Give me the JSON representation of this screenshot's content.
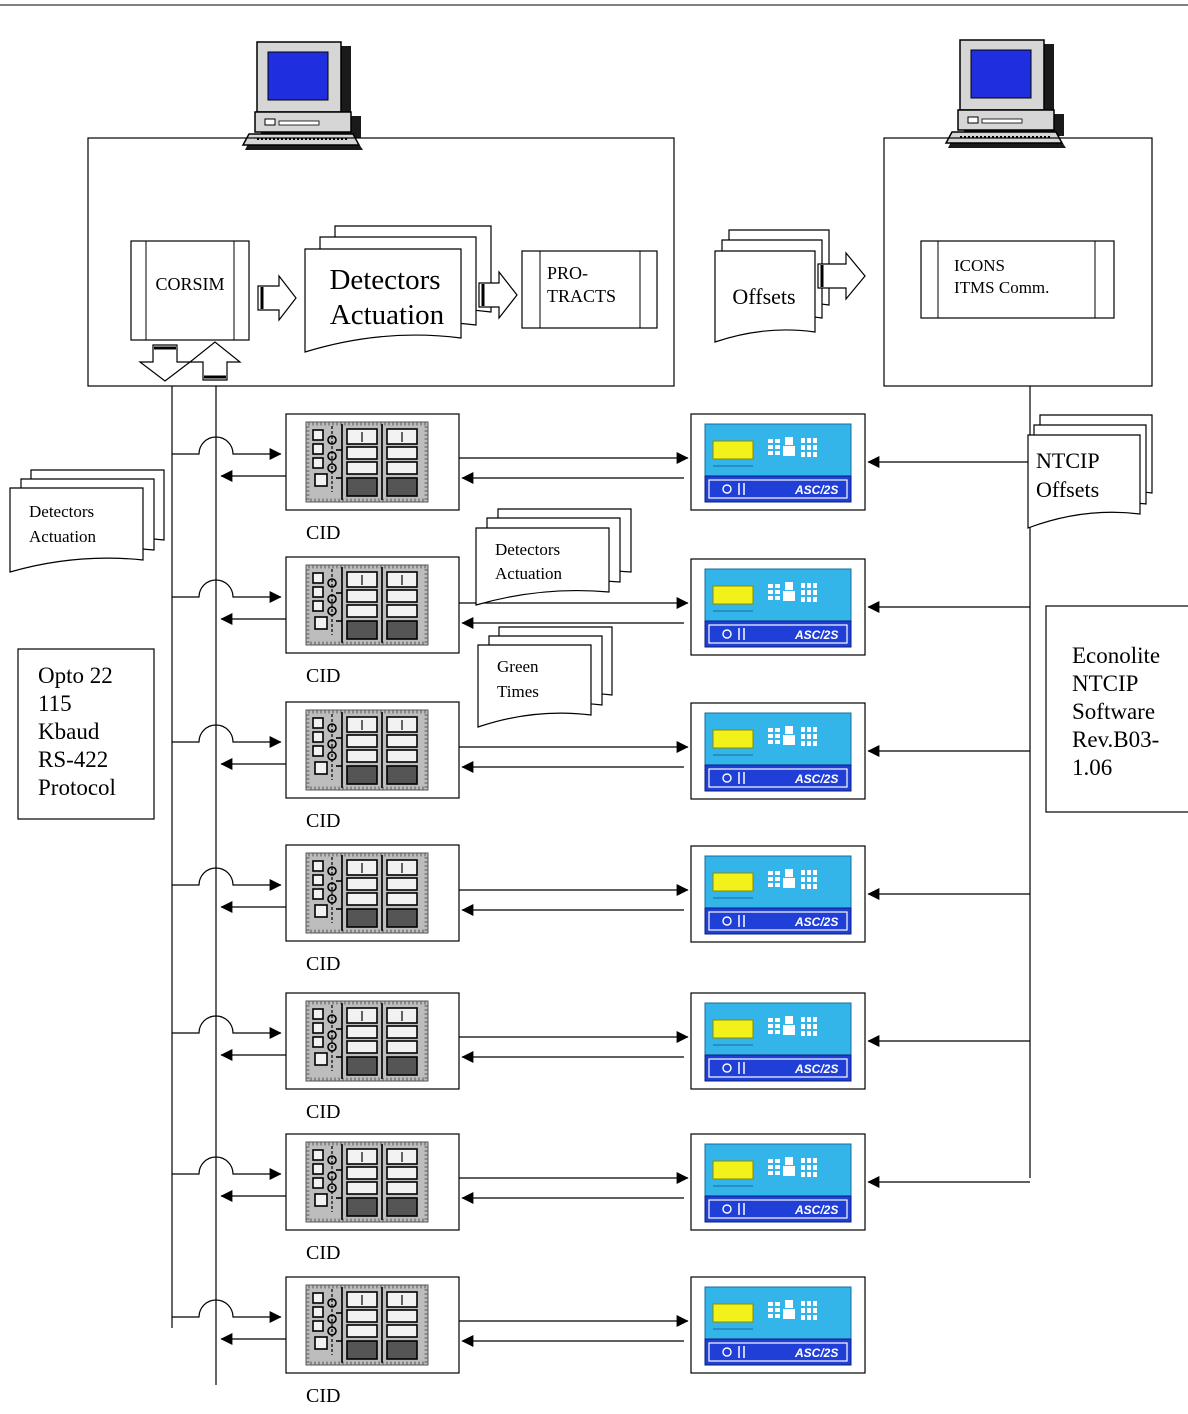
{
  "sim": {
    "corsim": "CORSIM",
    "detectors_line1": "Detectors",
    "detectors_line2": "Actuation",
    "protracts_line1": "PRO-",
    "protracts_line2": "TRACTS"
  },
  "ctrl": {
    "offsets": "Offsets",
    "icons_line1": "ICONS",
    "icons_line2": "ITMS Comm."
  },
  "doc_left": {
    "line1": "Detectors",
    "line2": "Actuation"
  },
  "doc_mid": {
    "line1": "Detectors",
    "line2": "Actuation"
  },
  "doc_green": {
    "line1": "Green",
    "line2": "Times"
  },
  "ntcip_doc": {
    "line1": "NTCIP",
    "line2": "Offsets"
  },
  "opto": [
    "Opto 22",
    "115",
    "Kbaud",
    "RS-422",
    "Protocol"
  ],
  "econolite": [
    "Econolite",
    "NTCIP",
    "Software",
    "Rev.B03-",
    "1.06"
  ],
  "cid_label": "CID",
  "controller_brand": "ASC/2S",
  "colors": {
    "monitor_screen": "#1f2fe0",
    "controller_panel": "#33b5ea",
    "controller_base": "#1f3fd6",
    "controller_display": "#f2f21a"
  }
}
